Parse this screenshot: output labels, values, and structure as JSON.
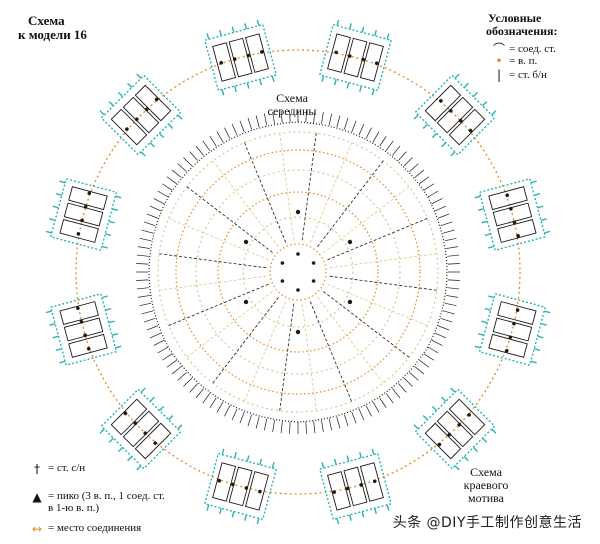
{
  "title_line1": "Схема",
  "title_line2": "к модели 16",
  "legend": {
    "title_line1": "Условные",
    "title_line2": "обозначения:",
    "items": [
      "= соед. ст.",
      "= в. п.",
      "= ст. б/н"
    ]
  },
  "center_label_line1": "Схема",
  "center_label_line2": "середины",
  "edge_label_line1": "Схема",
  "edge_label_line2": "краевого",
  "edge_label_line3": "мотива",
  "bottom_legend": {
    "item1": "= ст. с/н",
    "item2_line1": "= пико (3 в. п., 1 соед. ст.",
    "item2_line2": "в 1-ю в. п.)",
    "item3": "= место соединения"
  },
  "watermark": "头条 @DIY手工制作创意生活",
  "colors": {
    "chain": "#e58a1f",
    "stitch": "#1a1a1a",
    "motif_edge": "#2ab3b3",
    "inner_yellow": "#d8c98a"
  }
}
